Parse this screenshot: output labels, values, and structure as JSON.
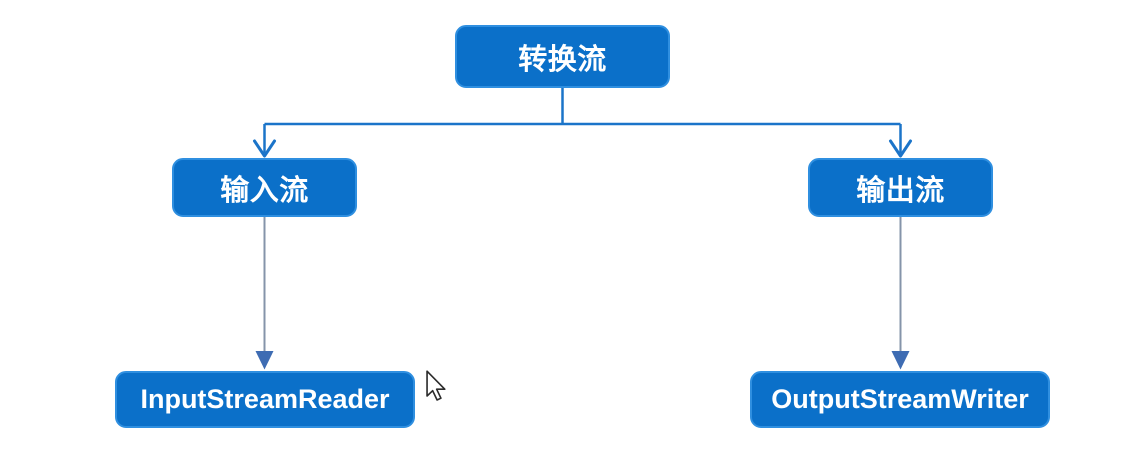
{
  "nodes": {
    "root": {
      "label": "转换流"
    },
    "input": {
      "label": "输入流"
    },
    "output": {
      "label": "输出流"
    },
    "input_impl": {
      "label": "InputStreamReader"
    },
    "output_impl": {
      "label": "OutputStreamWriter"
    }
  },
  "edges": [
    {
      "from": "转换流",
      "to": "输入流"
    },
    {
      "from": "转换流",
      "to": "输出流"
    },
    {
      "from": "输入流",
      "to": "InputStreamReader"
    },
    {
      "from": "输出流",
      "to": "OutputStreamWriter"
    }
  ],
  "colors": {
    "background": "#ffffff",
    "node_fill": "#0b70c9",
    "node_border": "#2f8fe0",
    "node_text": "#ffffff",
    "tree_connector": "#1b74c9",
    "drop_line": "#8594aa",
    "drop_arrowhead": "#3e6cb3",
    "cursor_fill": "#ffffff",
    "cursor_outline": "#2b2b2b"
  }
}
